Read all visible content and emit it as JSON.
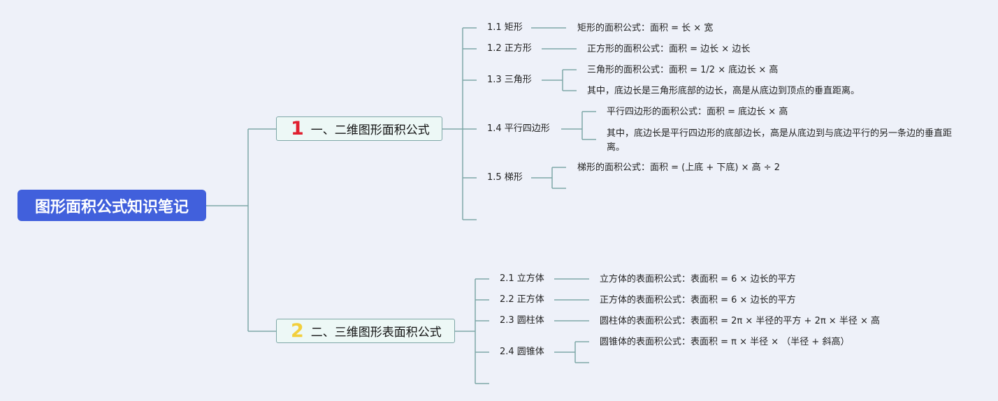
{
  "root": {
    "title": "图形面积公式知识笔记"
  },
  "branches": [
    {
      "number": "1",
      "number_color": "#e0202f",
      "title": "一、二维图形面积公式",
      "items": [
        {
          "label": "1.1 矩形",
          "details": [
            "矩形的面积公式：面积 = 长 × 宽"
          ]
        },
        {
          "label": "1.2 正方形",
          "details": [
            "正方形的面积公式：面积 = 边长 × 边长"
          ]
        },
        {
          "label": "1.3 三角形",
          "details": [
            "三角形的面积公式：面积 = 1/2 × 底边长 × 高",
            "其中，底边长是三角形底部的边长，高是从底边到顶点的垂直距离。"
          ]
        },
        {
          "label": "1.4 平行四边形",
          "details": [
            "平行四边形的面积公式：面积 = 底边长 × 高",
            "其中，底边长是平行四边形的底部边长，高是从底边到与底边平行的另一条边的垂直距离。"
          ]
        },
        {
          "label": "1.5 梯形",
          "details": [
            "梯形的面积公式：面积 = (上底 + 下底) × 高 ÷ 2"
          ]
        }
      ]
    },
    {
      "number": "2",
      "number_color": "#f2cf3c",
      "title": "二、三维图形表面积公式",
      "items": [
        {
          "label": "2.1 立方体",
          "details": [
            "立方体的表面积公式：表面积 = 6 × 边长的平方"
          ]
        },
        {
          "label": "2.2 正方体",
          "details": [
            "正方体的表面积公式：表面积 = 6 × 边长的平方"
          ]
        },
        {
          "label": "2.3 圆柱体",
          "details": [
            "圆柱体的表面积公式：表面积 = 2π × 半径的平方 + 2π × 半径 × 高"
          ]
        },
        {
          "label": "2.4 圆锥体",
          "details": [
            "圆锥体的表面积公式：表面积 = π × 半径 × （半径 + 斜高）"
          ]
        }
      ]
    }
  ]
}
